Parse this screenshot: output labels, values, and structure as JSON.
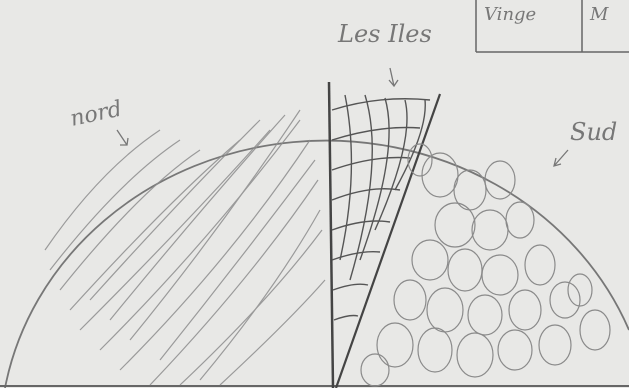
{
  "labels": {
    "nord": "nord",
    "iles": "Les Iles",
    "sud": "Sud"
  },
  "legend_box": {
    "cell_left": "Vinge",
    "cell_right": "M"
  },
  "colors": {
    "paper": "#e8e8e6",
    "pencil_dark": "#555555",
    "pencil_light": "#8a8a8a"
  }
}
